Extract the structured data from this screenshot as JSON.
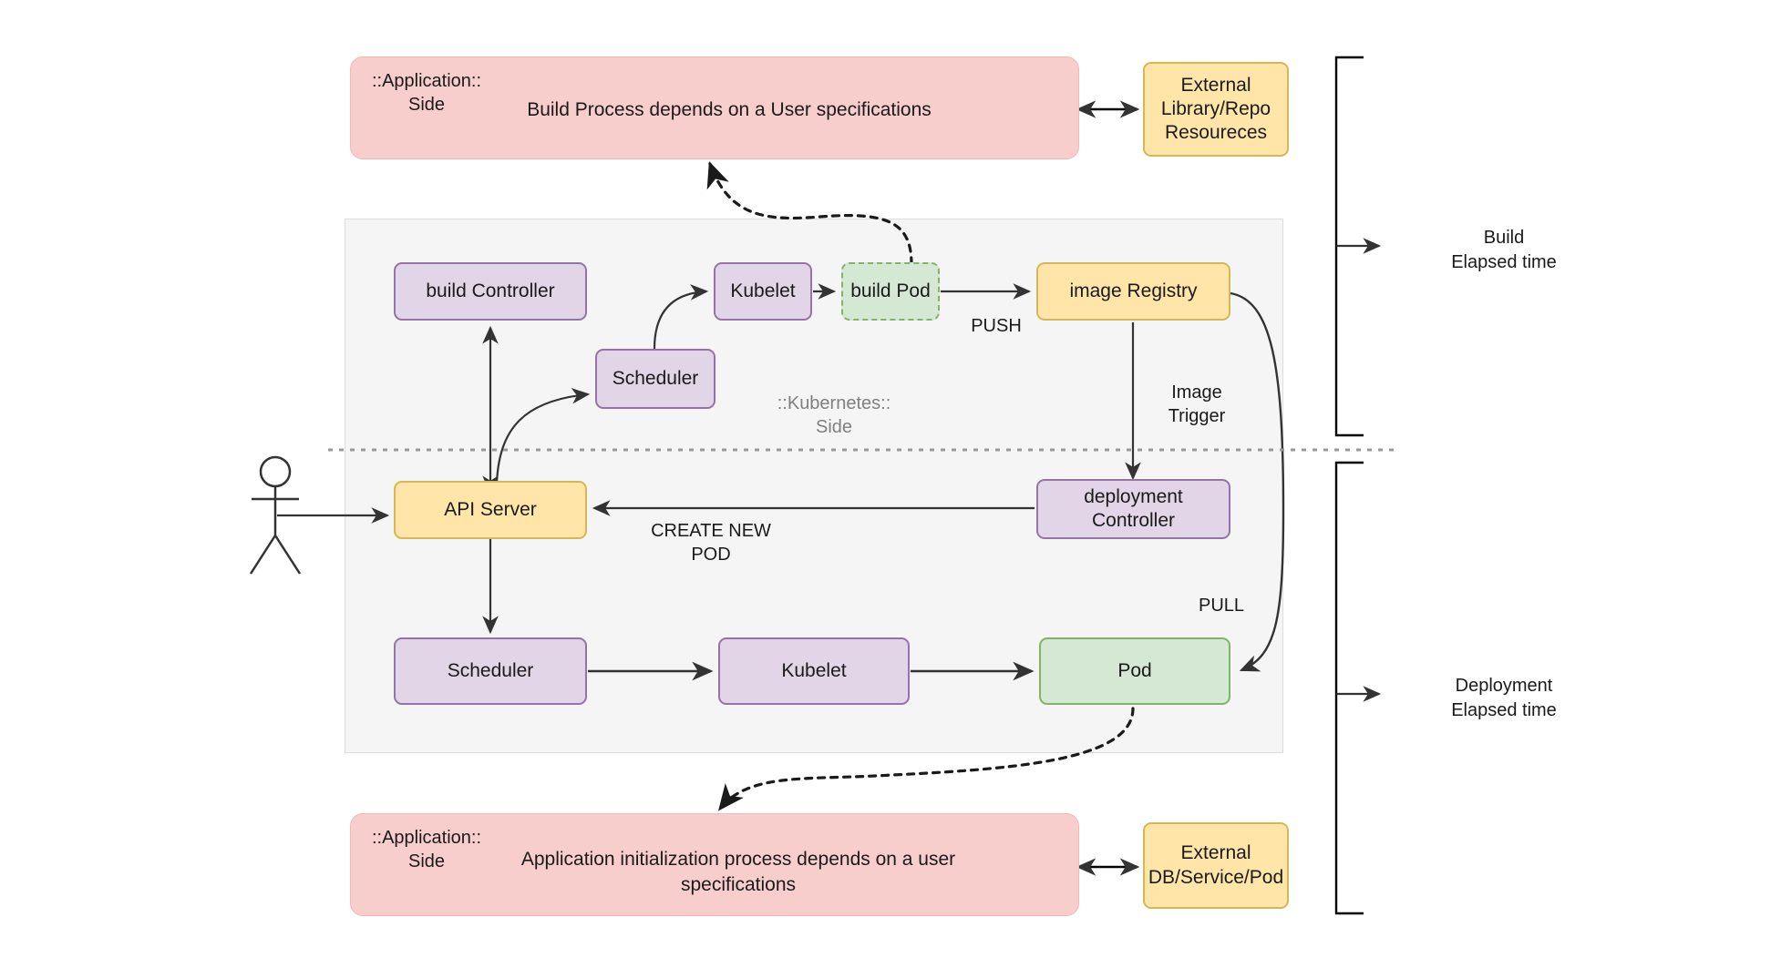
{
  "diagram": {
    "title": "Kubernetes build and deployment elapsed time diagram",
    "colors": {
      "purple_fill": "#e1d5e7",
      "purple_stroke": "#9673a6",
      "yellow_fill": "#ffe6a8",
      "yellow_stroke": "#d6b656",
      "green_fill": "#d5e8d4",
      "green_stroke": "#82b366",
      "pink_fill": "#f8cecc",
      "group_fill": "#f5f5f5",
      "edge_stroke": "#333333",
      "muted_text": "#808080"
    }
  },
  "application_top": {
    "side_label": "::Application::\nSide",
    "text": "Build Process depends on a User specifications"
  },
  "application_bottom": {
    "side_label": "::Application::\nSide",
    "text": "Application initialization process depends on a user specifications"
  },
  "external_top": {
    "label": "External\nLibrary/Repo\nResoureces"
  },
  "external_bottom": {
    "label": "External\nDB/Service/Pod"
  },
  "kubernetes_group": {
    "side_label": "::Kubernetes::\nSide"
  },
  "nodes": {
    "build_controller": "build Controller",
    "scheduler_top": "Scheduler",
    "kubelet_top": "Kubelet",
    "build_pod": "build Pod",
    "image_registry": "image Registry",
    "api_server": "API Server",
    "deployment_controller": "deployment Controller",
    "scheduler_bottom": "Scheduler",
    "kubelet_bottom": "Kubelet",
    "pod": "Pod"
  },
  "edge_labels": {
    "push": "PUSH",
    "image_trigger": "Image\nTrigger",
    "create_new_pod": "CREATE NEW\nPOD",
    "pull": "PULL"
  },
  "brackets": {
    "build": "Build\nElapsed time",
    "deployment": "Deployment\nElapsed time"
  },
  "actor": {
    "name": "user-actor"
  }
}
